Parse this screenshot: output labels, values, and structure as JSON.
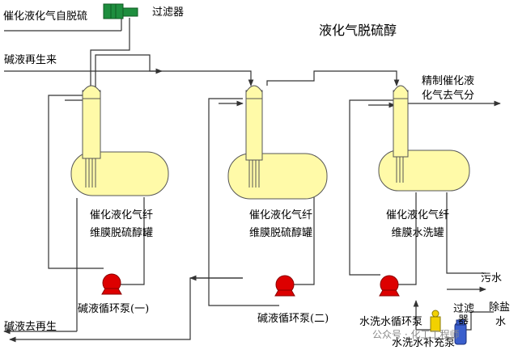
{
  "title": "液化气脱硫醇",
  "labels": {
    "feed": "催化液化气自脱硫",
    "filter_top": "过滤器",
    "caustic_regen_in": "碱液再生来",
    "caustic_to_regen": "碱液去再生",
    "product_out_1": "精制催化液",
    "product_out_2": "化气去气分",
    "tank1_line1": "催化液化气纤",
    "tank1_line2": "维膜脱硫醇罐",
    "tank2_line1": "催化液化气纤",
    "tank2_line2": "维膜脱硫醇罐",
    "tank3_line1": "催化液化气纤",
    "tank3_line2": "维膜水洗罐",
    "pump1": "碱液循环泵(一)",
    "pump2": "碱液循环泵(二)",
    "pump3": "水洗水循环泵",
    "makeup_pump": "水洗水补充泵",
    "filter_bottom_1": "过滤",
    "filter_bottom_2": "器",
    "wastewater": "污水",
    "desalted_1": "除盐",
    "desalted_2": "水",
    "watermark": "公众号 · 化工工程师"
  },
  "colors": {
    "vessel_fill": "#fffaa8",
    "vessel_stroke": "#555555",
    "pump": "#dd0000",
    "filter_green": "#1e8e3e",
    "line": "#333333"
  }
}
